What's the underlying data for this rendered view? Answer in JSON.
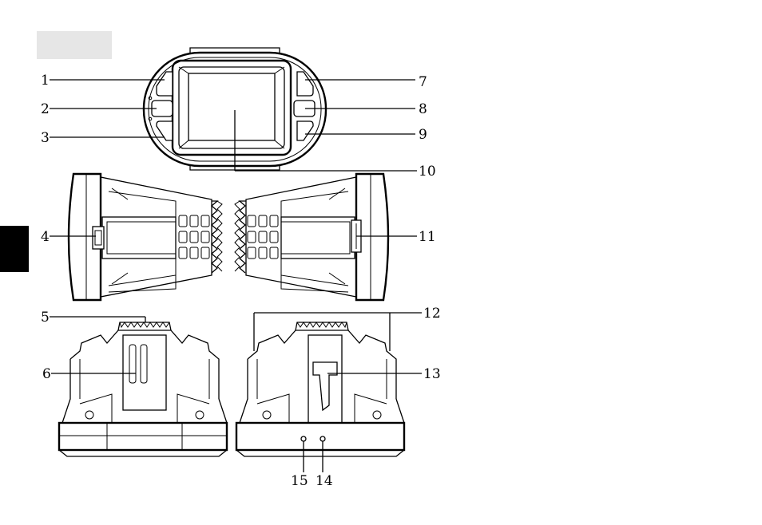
{
  "callouts": {
    "c1": "1",
    "c2": "2",
    "c3": "3",
    "c4": "4",
    "c5": "5",
    "c6": "6",
    "c7": "7",
    "c8": "8",
    "c9": "9",
    "c10": "10",
    "c11": "11",
    "c12": "12",
    "c13": "13",
    "c14": "14",
    "c15": "15"
  },
  "colors": {
    "line": "#000000",
    "background": "#ffffff",
    "tab_gray": "#e6e6e6",
    "tab_black": "#000000"
  }
}
